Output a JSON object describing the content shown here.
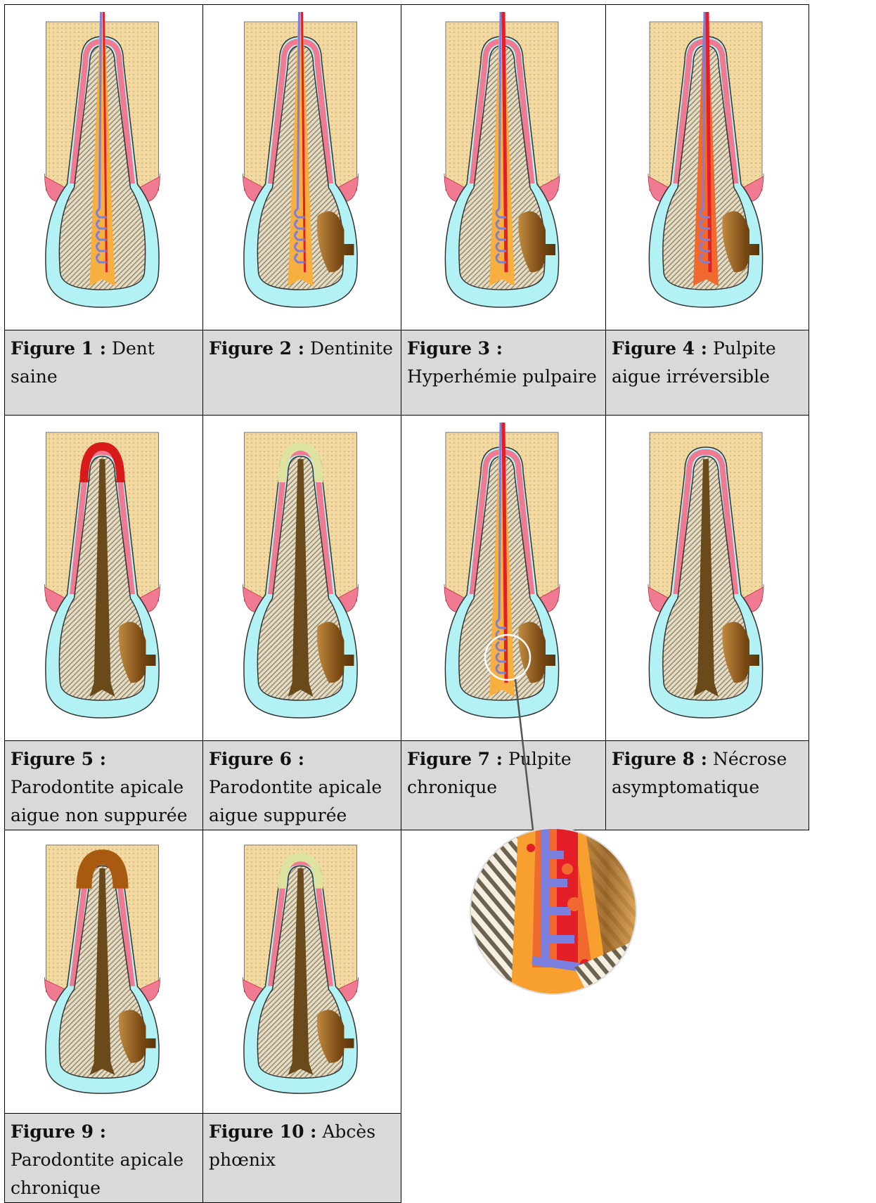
{
  "figures": [
    {
      "num": "Figure 1 :",
      "name": "Dent saine",
      "state": "healthy"
    },
    {
      "num": "Figure 2 :",
      "name": "Dentinite",
      "state": "dentinite"
    },
    {
      "num": "Figure 3 :",
      "name": "Hyperhémie pulpaire",
      "state": "hyperemia"
    },
    {
      "num": "Figure 4 :",
      "name": "Pulpite aigue irréversible",
      "state": "pulpitis"
    },
    {
      "num": "Figure 5 :",
      "name": "Parodontite apicale aigue non suppurée",
      "state": "necrotic-red"
    },
    {
      "num": "Figure 6 :",
      "name": "Parodontite apicale aigue suppurée",
      "state": "necrotic-yellow"
    },
    {
      "num": "Figure 7 :",
      "name": "Pulpite chronique",
      "state": "chronic"
    },
    {
      "num": "Figure 8 :",
      "name": "Nécrose asymptomatique",
      "state": "necrotic"
    },
    {
      "num": "Figure 9 :",
      "name": "Parodontite apicale chronique",
      "state": "necrotic-brown"
    },
    {
      "num": "Figure 10 :",
      "name": "Abcès phœnix",
      "state": "necrotic-cream"
    }
  ],
  "colors": {
    "bone": "#f2d9a2",
    "gum": "#f07a92",
    "enamel": "#b2f2f4",
    "dentin": "#e5dcc2",
    "pulp_nerve": "#f7b040",
    "artery": "#e41e26",
    "vein": "#7a7fe0",
    "necrotic_pulp": "#6a4a1a",
    "caries": "#8b5a1c",
    "inflam_red": "#d81a1a",
    "pus_yellow": "#dde2a0",
    "granuloma_brown": "#a85a10"
  }
}
